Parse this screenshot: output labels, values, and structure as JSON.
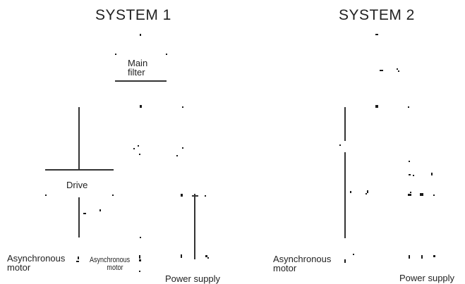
{
  "system1": {
    "title": "SYSTEM 1",
    "main_filter": [
      "Main",
      "filter"
    ],
    "drive": "Drive",
    "async_motor_left": [
      "Asynchronous",
      "motor"
    ],
    "async_motor_small": [
      "Asynchronous",
      "motor"
    ],
    "power_supply": "Power supply"
  },
  "system2": {
    "title": "SYSTEM 2",
    "async_motor": [
      "Asynchronous",
      "motor"
    ],
    "power_supply": "Power supply"
  },
  "colors": {
    "line": "#333333",
    "text": "#222222",
    "background": "#ffffff"
  }
}
